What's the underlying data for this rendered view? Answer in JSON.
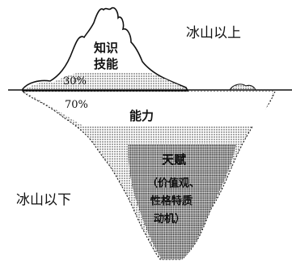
{
  "regions": {
    "above": "冰山以上",
    "below": "冰山以下"
  },
  "tip": {
    "line1": "知识",
    "line2": "技能",
    "percent": "30%"
  },
  "body": {
    "percent": "70%",
    "label": "能力"
  },
  "core": {
    "title": "天赋",
    "line1": "（价值观、",
    "line2": "性格特质",
    "line3": "动机）"
  }
}
